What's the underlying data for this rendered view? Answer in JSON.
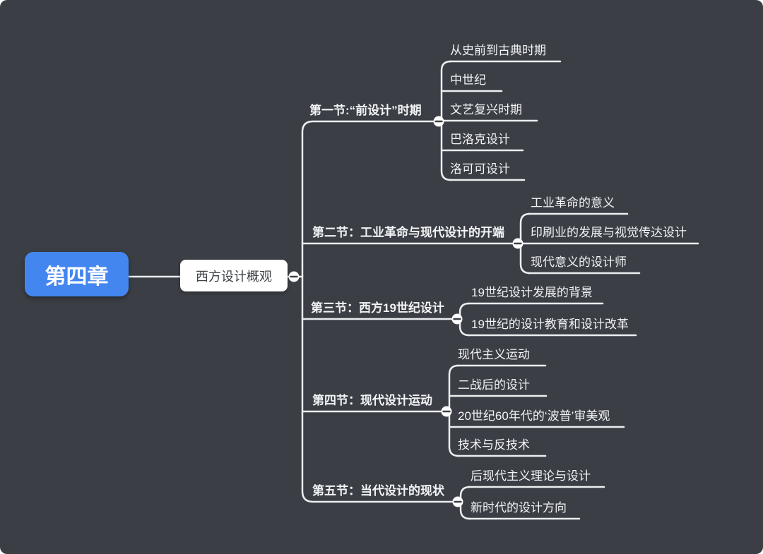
{
  "colors": {
    "background": "#3b3f45",
    "line": "#eceef0",
    "text": "#f2f3f5",
    "root_fill": "#4486f0",
    "root_text": "#ffffff",
    "topic_fill": "#ffffff",
    "topic_text": "#3e4247"
  },
  "root": {
    "label": "第四章"
  },
  "topic": {
    "label": "西方设计概观"
  },
  "branches": [
    {
      "label": "第一节:“前设计”时期",
      "children": [
        "从史前到古典时期",
        "中世纪",
        "文艺复兴时期",
        "巴洛克设计",
        "洛可可设计"
      ]
    },
    {
      "label": "第二节：工业革命与现代设计的开端",
      "children": [
        "工业革命的意义",
        "印刷业的发展与视觉传达设计",
        "现代意义的设计师"
      ]
    },
    {
      "label": "第三节：西方19世纪设计",
      "children": [
        "19世纪设计发展的背景",
        "19世纪的设计教育和设计改革"
      ]
    },
    {
      "label": "第四节：现代设计运动",
      "children": [
        "现代主义运动",
        "二战后的设计",
        "20世纪60年代的‘波普’审美观",
        "技术与反技术"
      ]
    },
    {
      "label": "第五节：当代设计的现状",
      "children": [
        "后现代主义理论与设计",
        "新时代的设计方向"
      ]
    }
  ]
}
